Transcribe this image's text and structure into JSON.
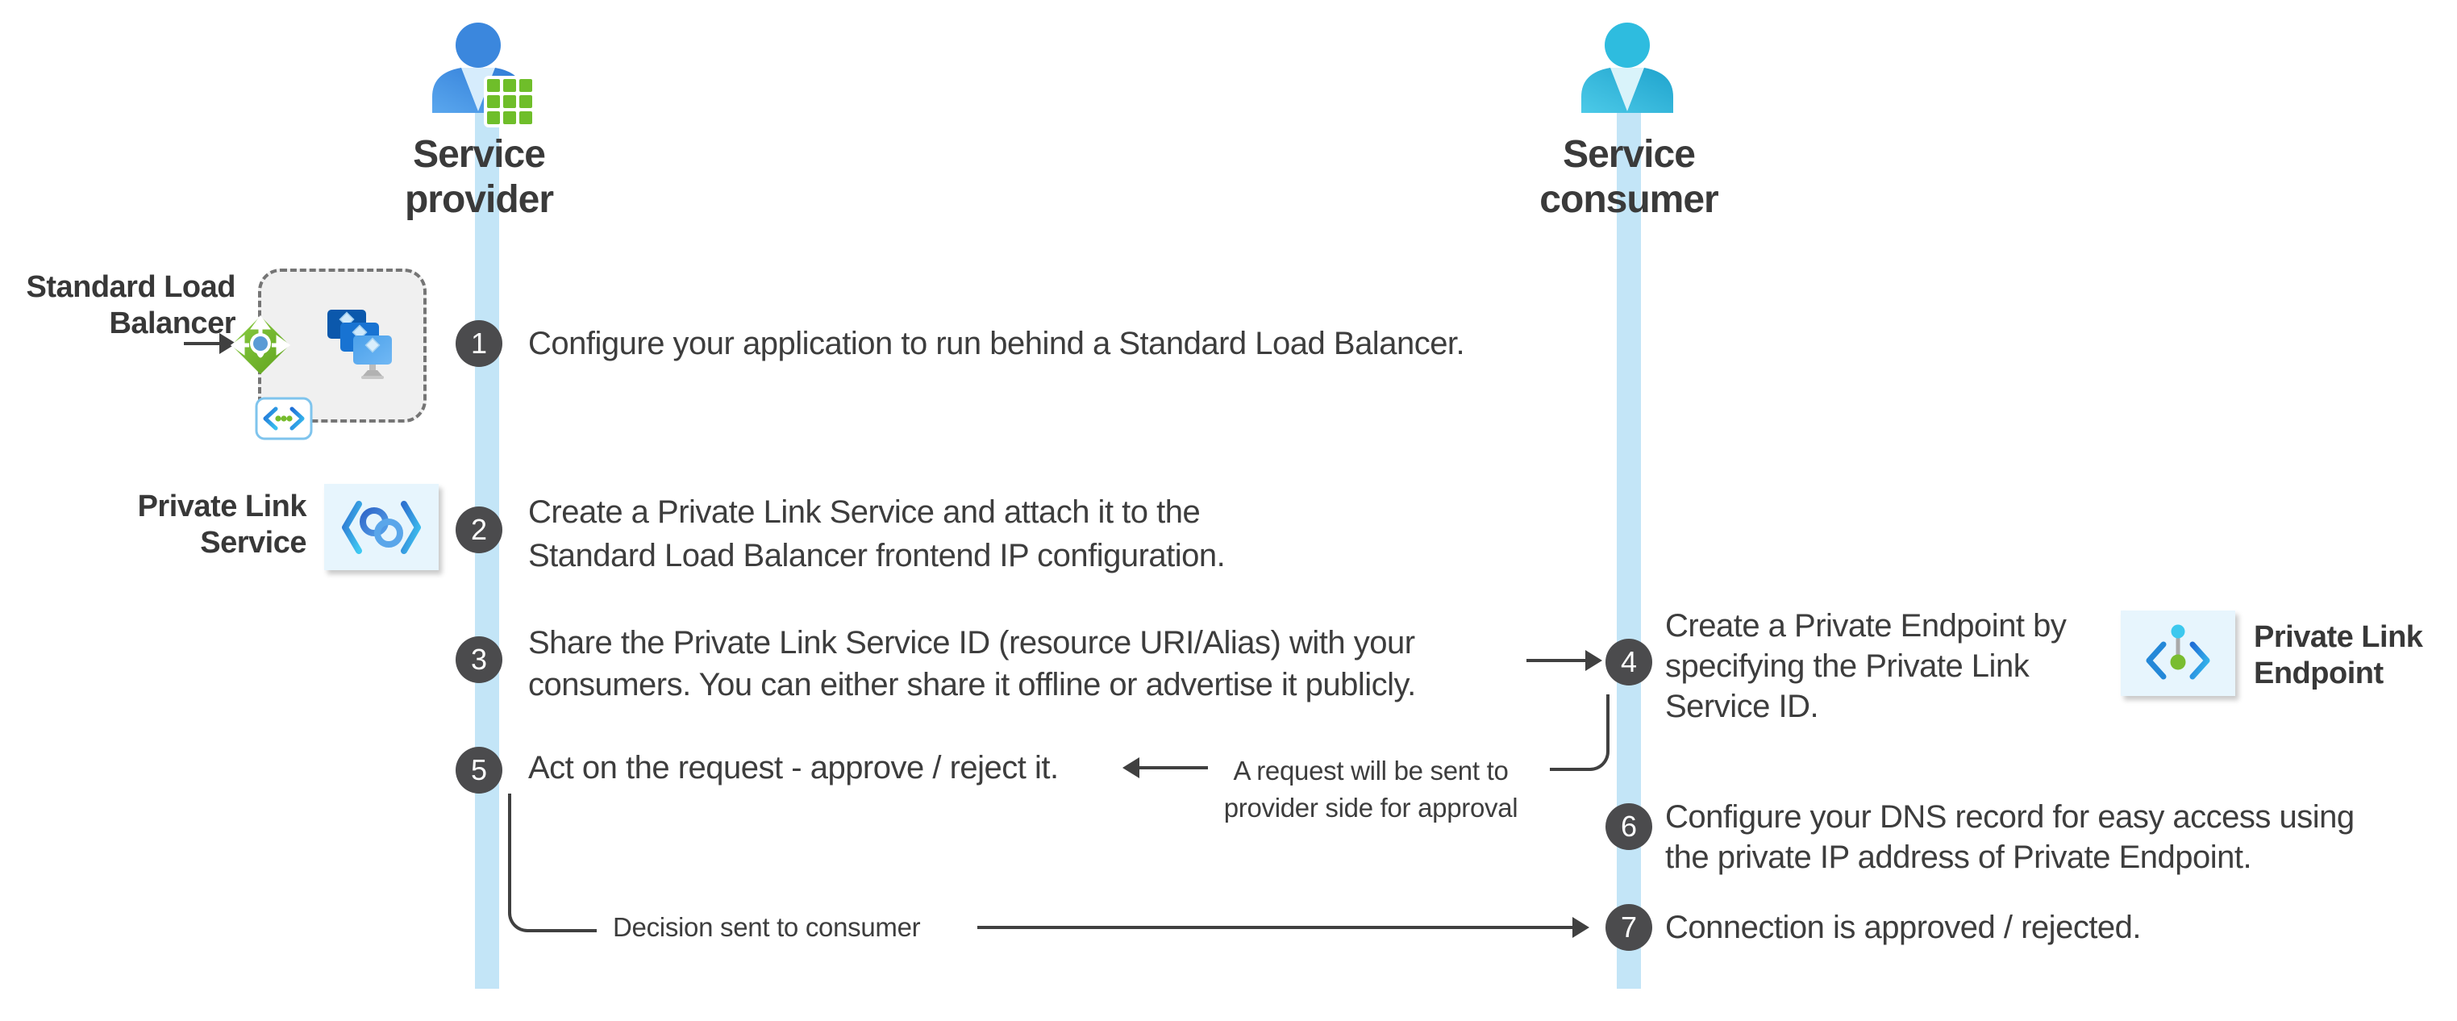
{
  "actors": {
    "provider": {
      "line1": "Service",
      "line2": "provider"
    },
    "consumer": {
      "line1": "Service",
      "line2": "consumer"
    }
  },
  "side_labels": {
    "standard_load_balancer": {
      "line1": "Standard Load",
      "line2": "Balancer"
    },
    "private_link_service": {
      "line1": "Private Link",
      "line2": "Service"
    },
    "private_link_endpoint": {
      "line1": "Private Link",
      "line2": "Endpoint"
    }
  },
  "steps": [
    {
      "num": "1",
      "lines": [
        "Configure your application to run behind a Standard Load Balancer."
      ]
    },
    {
      "num": "2",
      "lines": [
        "Create a Private Link Service and attach it to the",
        "Standard Load Balancer frontend IP configuration."
      ]
    },
    {
      "num": "3",
      "lines": [
        "Share the Private Link Service ID (resource URI/Alias) with your",
        "consumers. You can either share it offline or advertise it publicly."
      ]
    },
    {
      "num": "4",
      "lines": [
        "Create a Private Endpoint by",
        "specifying the Private Link",
        "Service ID."
      ]
    },
    {
      "num": "5",
      "lines": [
        "Act on the request - approve / reject it."
      ]
    },
    {
      "num": "6",
      "lines": [
        "Configure your DNS record for easy access using",
        "the private IP address of Private Endpoint."
      ]
    },
    {
      "num": "7",
      "lines": [
        "Connection is approved / rejected."
      ]
    }
  ],
  "annotations": {
    "request_line1": "A request will be sent to",
    "request_line2": "provider side for approval",
    "decision": "Decision sent to consumer"
  },
  "icons": {
    "provider_person": "person-icon",
    "consumer_person": "person-icon",
    "provider_grid": "resource-grid-icon",
    "load_balancer": "load-balancer-icon",
    "vm_stack": "virtual-machines-icon",
    "virtual_network": "virtual-network-icon",
    "private_link_service": "private-link-service-icon",
    "private_link_endpoint": "private-link-endpoint-icon"
  },
  "colors": {
    "provider_blue": "#3b87dd",
    "consumer_cyan": "#2ebcdf",
    "lifeline_blue": "#c3e5f7",
    "step_circle_gray": "#4b4b4d",
    "text_dark": "#3d3d3d",
    "line_gray": "#404040",
    "green_accent": "#76bc2d",
    "card_blue": "#e7f5fd",
    "box_gray": "#f0f0f0"
  }
}
